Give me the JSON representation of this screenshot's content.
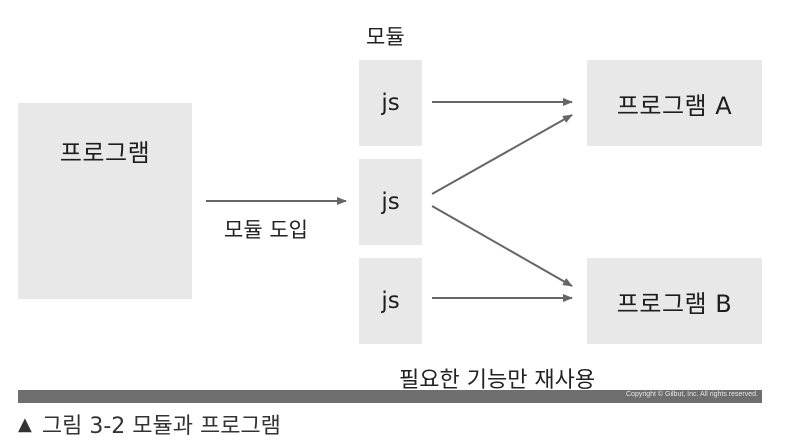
{
  "diagram": {
    "program_label": "프로그램",
    "module_heading": "모듈",
    "modules": [
      "js",
      "js",
      "js"
    ],
    "import_label": "모듈 도입",
    "program_a": "프로그램 A",
    "program_b": "프로그램 B",
    "reuse_label": "필요한 기능만 재사용",
    "colors": {
      "box_fill": "#e8e8e8",
      "arrow": "#666666",
      "footer_bar": "#6e6e6e"
    }
  },
  "footer": {
    "copyright": "Copyright © Gilbut, Inc. All rights reserved."
  },
  "caption": {
    "marker": "▲",
    "text": "그림 3-2 모듈과 프로그램"
  }
}
